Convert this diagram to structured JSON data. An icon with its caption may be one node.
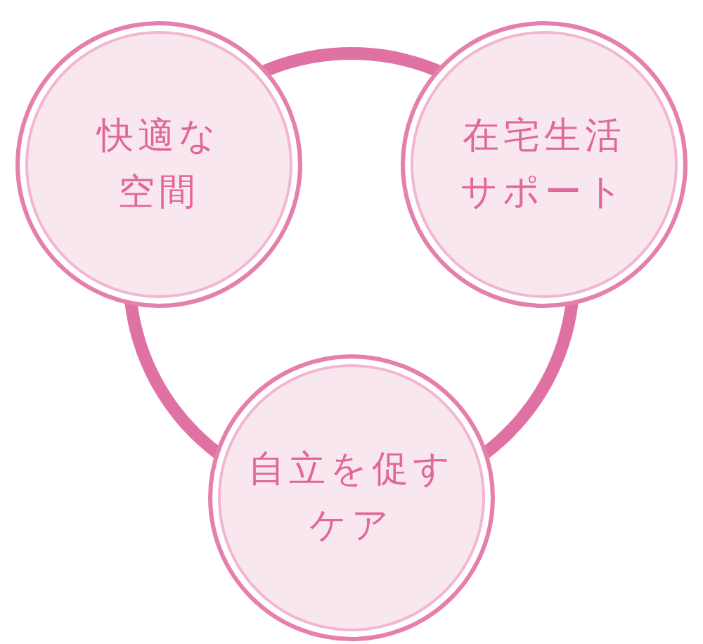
{
  "diagram": {
    "nodes": [
      {
        "text": [
          "快適な空間"
        ]
      },
      {
        "text": [
          "在宅生活サポート"
        ]
      },
      {
        "text": [
          "自立を促すケア"
        ]
      }
    ],
    "edges": [
      {
        "from": 0,
        "to": 1,
        "arrow": "none"
      },
      {
        "from": 1,
        "to": 2,
        "arrow": "none"
      },
      {
        "from": 2,
        "to": 0,
        "arrow": "none"
      }
    ]
  }
}
